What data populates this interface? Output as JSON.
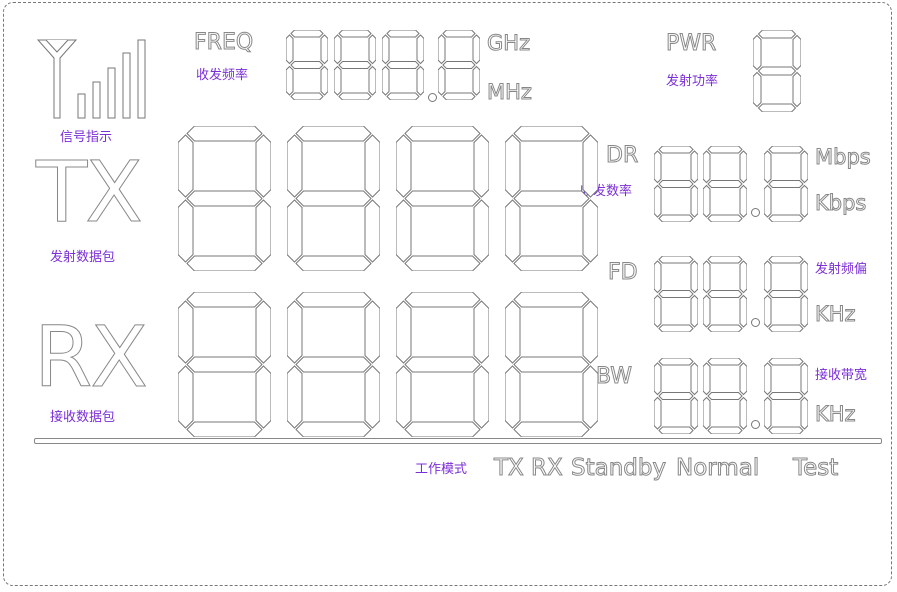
{
  "colors": {
    "label": "#7b2fd6",
    "outline": "#777777"
  },
  "signal": {
    "icon": "signal-bars-icon",
    "label": "信号指示"
  },
  "freq": {
    "title": "FREQ",
    "label": "收发频率",
    "unit_top": "GHz",
    "unit_bottom": "MHz"
  },
  "pwr": {
    "title": "PWR",
    "label": "发射功率"
  },
  "tx": {
    "title": "TX",
    "label": "发射数据包"
  },
  "rx": {
    "title": "RX",
    "label": "接收数据包"
  },
  "dr": {
    "title": "DR",
    "label": "收发数率",
    "unit_top": "Mbps",
    "unit_bottom": "Kbps"
  },
  "fd": {
    "title": "FD",
    "label": "发射频偏",
    "unit": "KHz"
  },
  "bw": {
    "title": "BW",
    "label": "接收带宽",
    "unit": "KHz"
  },
  "mode": {
    "label": "工作模式",
    "items": [
      "TX",
      "RX",
      "Standby",
      "Normal",
      "Test"
    ]
  }
}
